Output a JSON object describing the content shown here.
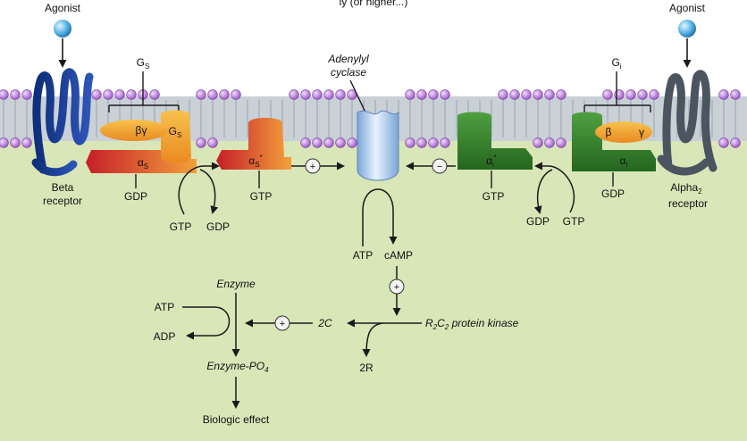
{
  "header": {
    "cut_text": "ly (or higher...)"
  },
  "agonists": {
    "left": "Agonist",
    "right": "Agonist"
  },
  "receptors": {
    "beta": [
      "Beta",
      "receptor"
    ],
    "alpha": [
      "Alpha",
      "2",
      "receptor"
    ]
  },
  "gproteins": {
    "gs_label": "G",
    "gs_sub": "S",
    "gi_label": "G",
    "gi_sub": "i",
    "beta_gamma": "βγ",
    "beta": "β",
    "gamma": "γ",
    "gs_box": "G",
    "gs_box_sub": "S",
    "alpha_s": "α",
    "alpha_s_sub": "S",
    "alpha_s_active": "α",
    "alpha_s_active_sub": "S",
    "star": "*",
    "alpha_i_active": "α",
    "alpha_i_active_sub": "i",
    "alpha_i": "α",
    "alpha_i_sub": "i"
  },
  "adenylyl": [
    "Adenylyl",
    "cyclase"
  ],
  "nucleotides": {
    "gdp_left": "GDP",
    "gtp_left_active": "GTP",
    "exchange_left_gtp": "GTP",
    "exchange_left_gdp": "GDP",
    "gtp_right_active": "GTP",
    "gdp_right": "GDP",
    "exchange_right_gdp": "GDP",
    "exchange_right_gtp": "GTP"
  },
  "signs": {
    "plus": "+",
    "minus": "−"
  },
  "cascade": {
    "atp": "ATP",
    "camp": "cAMP",
    "pka": "R",
    "pka_sub1": "2",
    "pka_mid": "C",
    "pka_sub2": "2",
    "pka_text": " protein kinase",
    "two_c": "2C",
    "two_r": "2R",
    "enzyme": "Enzyme",
    "enzyme_po4": "Enzyme-PO",
    "po4_sub": "4",
    "atp2": "ATP",
    "adp": "ADP",
    "effect": "Biologic effect"
  }
}
